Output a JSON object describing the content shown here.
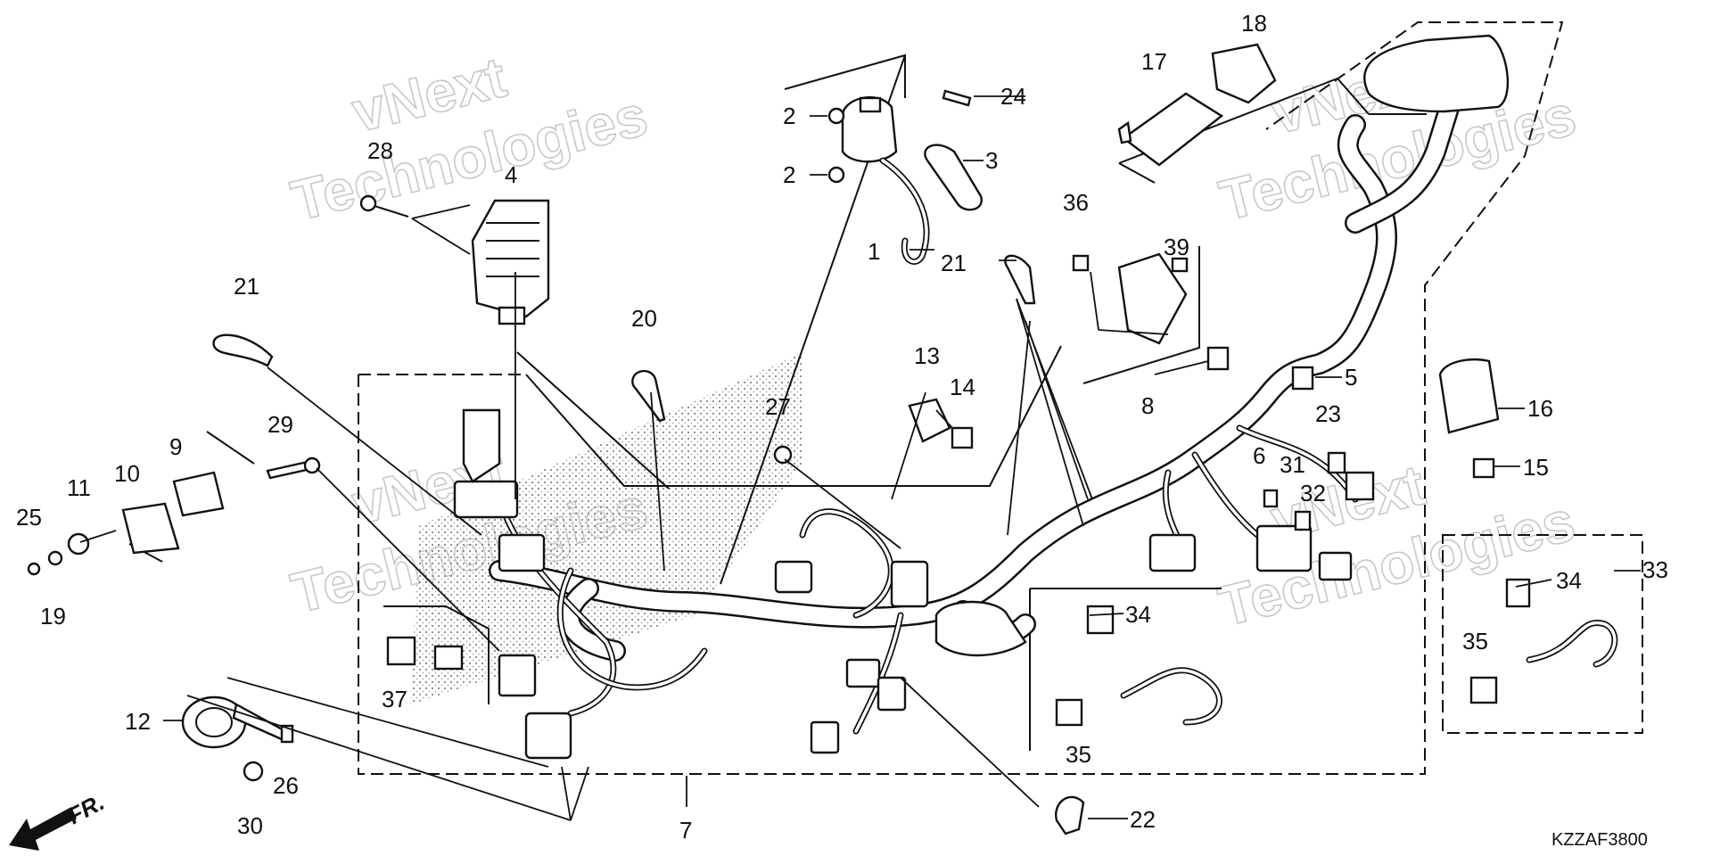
{
  "diagram": {
    "code": "KZZAF3800",
    "front_label": "FR.",
    "watermark": {
      "line1": "vNext",
      "line2": "Technologies"
    },
    "callouts": [
      "1",
      "2",
      "2",
      "3",
      "4",
      "5",
      "6",
      "7",
      "8",
      "9",
      "10",
      "11",
      "12",
      "13",
      "14",
      "15",
      "16",
      "17",
      "18",
      "19",
      "20",
      "21",
      "21",
      "22",
      "23",
      "24",
      "25",
      "26",
      "27",
      "28",
      "29",
      "30",
      "31",
      "32",
      "33",
      "34",
      "34",
      "35",
      "35",
      "36",
      "37",
      "39"
    ]
  }
}
